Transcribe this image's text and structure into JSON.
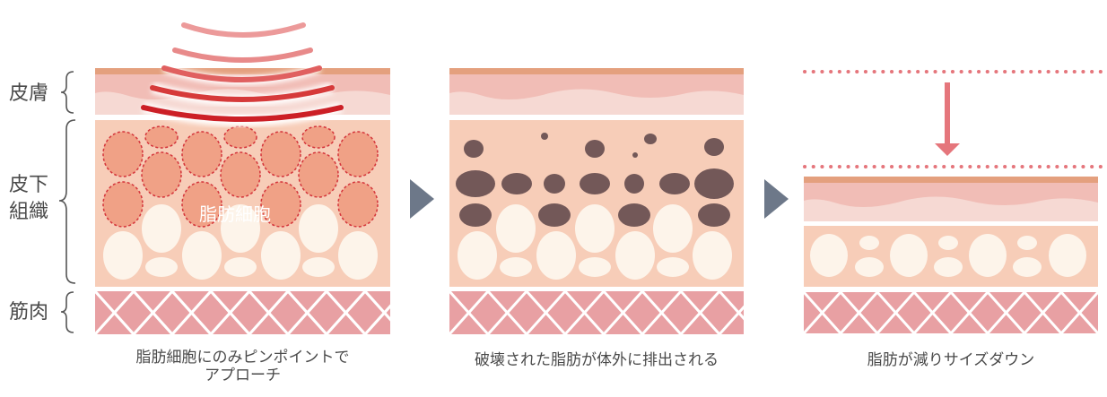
{
  "layer_labels": {
    "skin": "皮膚",
    "subcutaneous_line1": "皮下",
    "subcutaneous_line2": "組織",
    "muscle": "筋肉"
  },
  "panel1": {
    "fat_cell_label": "脂肪細胞",
    "caption_line1": "脂肪細胞にのみピンポイントで",
    "caption_line2": "アプローチ"
  },
  "panel2": {
    "caption": "破壊された脂肪が体外に排出される"
  },
  "panel3": {
    "caption": "脂肪が減りサイズダウン"
  },
  "colors": {
    "skin_top": "#e4a07e",
    "skin_mid": "#f1bdb6",
    "skin_low": "#f6d9d3",
    "subcutaneous": "#f7cdb8",
    "fat_cell_white": "#fdf4ea",
    "targeted_fat_fill": "#f0a186",
    "targeted_fat_outline": "#d4343a",
    "destroyed_fat": "#735858",
    "muscle": "#e8a0a3",
    "muscle_line": "#ffffff",
    "wave_red": "#cc1f26",
    "wave_pink": "#ec9a9a",
    "arrow": "#6d7889",
    "down_arrow": "#e5767c"
  },
  "icons": [
    "ultrasound-wave-icon",
    "next-step-arrow-icon",
    "down-arrow-icon",
    "brace-icon"
  ]
}
